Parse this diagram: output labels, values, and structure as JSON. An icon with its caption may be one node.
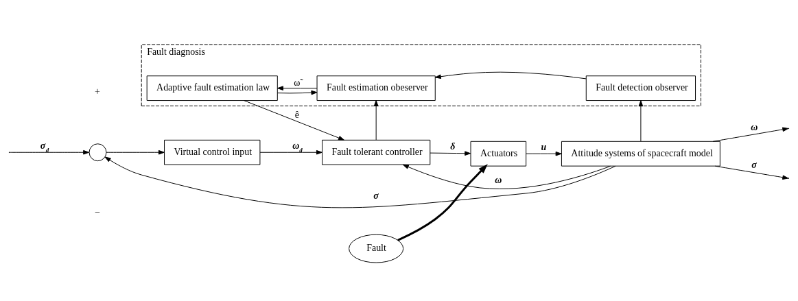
{
  "diagram": {
    "nodes": [
      {
        "text": [
          "Fault diagnosis"
        ]
      },
      {
        "text": [
          "Adaptive fault estimation law"
        ],
        "in": 0
      },
      {
        "text": [
          "Fault estimation obeserver"
        ],
        "in": 0
      },
      {
        "text": [
          "Fault detection observer"
        ],
        "in": 0
      },
      {
        "text": [],
        "shape": "circle"
      },
      {
        "text": [
          "Virtual control input"
        ]
      },
      {
        "text": [
          "Fault tolerant controller"
        ]
      },
      {
        "text": [
          "Actuators"
        ]
      },
      {
        "text": [
          "Attitude systems of spacecraft model"
        ]
      },
      {
        "text": [
          "Fault"
        ]
      }
    ],
    "edges": [
      {
        "from": null,
        "to": 4,
        "arrow": "to",
        "label": "σ$_{d}$"
      },
      {
        "from": 4,
        "to": 5,
        "arrow": "to"
      },
      {
        "from": 5,
        "to": 6,
        "arrow": "to",
        "label": "ω$_{d}$"
      },
      {
        "from": 6,
        "to": 7,
        "arrow": "to",
        "label": "δ"
      },
      {
        "from": 7,
        "to": 8,
        "arrow": "to",
        "label": "u"
      },
      {
        "from": 8,
        "to": null,
        "arrow": "to",
        "label": "ω"
      },
      {
        "from": 8,
        "to": null,
        "arrow": "to",
        "label": "σ"
      },
      {
        "from": 8,
        "to": 4,
        "arrow": "to",
        "label": "σ"
      },
      {
        "from": 8,
        "to": 6,
        "arrow": "to",
        "label": "ω"
      },
      {
        "from": 8,
        "to": 3,
        "arrow": "to"
      },
      {
        "from": 3,
        "to": 2,
        "arrow": "to"
      },
      {
        "from": 2,
        "to": 1,
        "arrow": "to",
        "label": "ω̃"
      },
      {
        "from": 1,
        "to": 2,
        "arrow": "to"
      },
      {
        "from": 1,
        "to": 6,
        "arrow": "to",
        "label": "ê"
      },
      {
        "from": 6,
        "to": 2,
        "arrow": "to"
      },
      {
        "from": 9,
        "to": 7,
        "arrow": "to",
        "style": "thick"
      }
    ],
    "labels": [
      "+",
      "−"
    ]
  }
}
